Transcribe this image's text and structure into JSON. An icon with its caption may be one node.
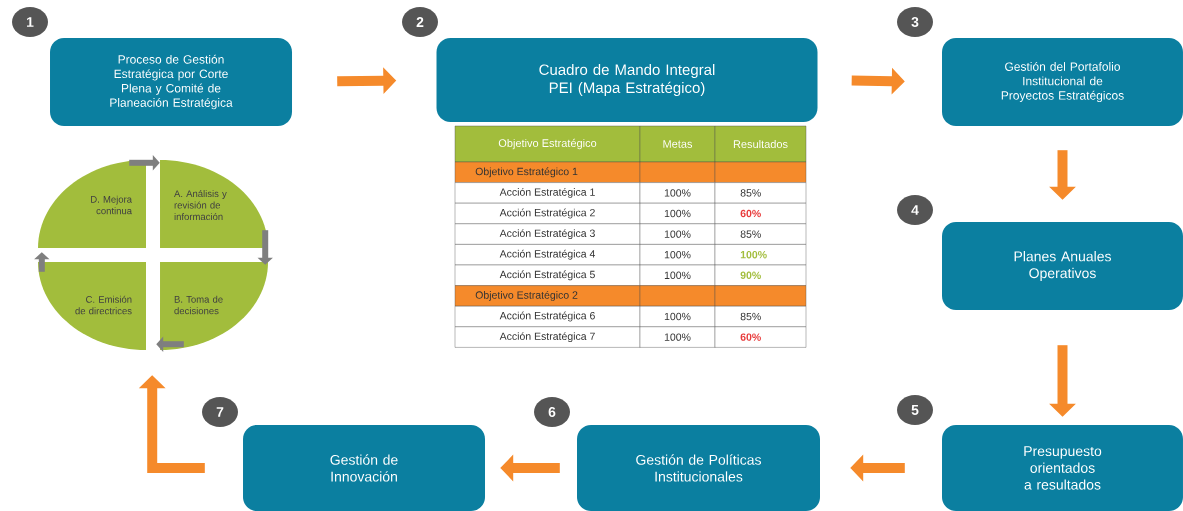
{
  "diagram": {
    "nodes": [
      {
        "text": [
          "Proceso de Gestión Estratégica por Corte Plena y Comité de Planeación Estratégica"
        ],
        "beside": [
          "1"
        ]
      },
      {
        "text": [
          "Cuadro de Mando Integral PEI (Mapa Estratégico)"
        ],
        "beside": [
          "2"
        ]
      },
      {
        "text": [
          "Gestión del Portafolio Institucional de Proyectos Estratégicos"
        ],
        "beside": [
          "3"
        ]
      },
      {
        "text": [
          "Planes Anuales Operativos"
        ],
        "beside": [
          "4"
        ]
      },
      {
        "text": [
          "Presupuesto orientados a resultados"
        ],
        "beside": [
          "5"
        ]
      },
      {
        "text": [
          "Gestión de Políticas Institucionales"
        ],
        "beside": [
          "6"
        ]
      },
      {
        "text": [
          "Gestión de Innovación"
        ],
        "beside": [
          "7"
        ]
      },
      {
        "text": [
          "D. Mejora continua"
        ]
      },
      {
        "text": [
          "A. Análisis y revisión de información"
        ]
      },
      {
        "text": [
          "C. Emisión de directrices"
        ]
      },
      {
        "text": [
          "B. Toma de decisiones"
        ]
      }
    ],
    "edges": [
      {
        "from": 0,
        "to": 1,
        "arrow": "to"
      },
      {
        "from": 1,
        "to": 2,
        "arrow": "to"
      },
      {
        "from": 2,
        "to": 3,
        "arrow": "to"
      },
      {
        "from": 3,
        "to": 4,
        "arrow": "to"
      },
      {
        "from": 4,
        "to": 5,
        "arrow": "to"
      },
      {
        "from": 5,
        "to": 6,
        "arrow": "to"
      },
      {
        "from": 6,
        "to": 9,
        "arrow": "to"
      },
      {
        "from": 7,
        "to": 8,
        "arrow": "to",
        "color": "#7f7f7f"
      },
      {
        "from": 8,
        "to": 10,
        "arrow": "to",
        "color": "#7f7f7f"
      },
      {
        "from": 10,
        "to": 9,
        "arrow": "to",
        "color": "#7f7f7f"
      },
      {
        "from": 9,
        "to": 7,
        "arrow": "to",
        "color": "#7f7f7f"
      }
    ],
    "labels": [
      "Objetivo Estratégico",
      "Metas",
      "Resultados",
      "Objetivo Estratégico 1",
      "Acción Estratégica 1",
      "100%",
      "85%",
      "Acción Estratégica 2",
      "100%",
      "60%",
      "Acción Estratégica 3",
      "100%",
      "85%",
      "Acción Estratégica 4",
      "100%",
      "100%",
      "Acción Estratégica 5",
      "100%",
      "90%",
      "Objetivo Estratégico 2",
      "Acción Estratégica 6",
      "100%",
      "85%",
      "Acción Estratégica 7",
      "100%",
      "60%"
    ]
  }
}
